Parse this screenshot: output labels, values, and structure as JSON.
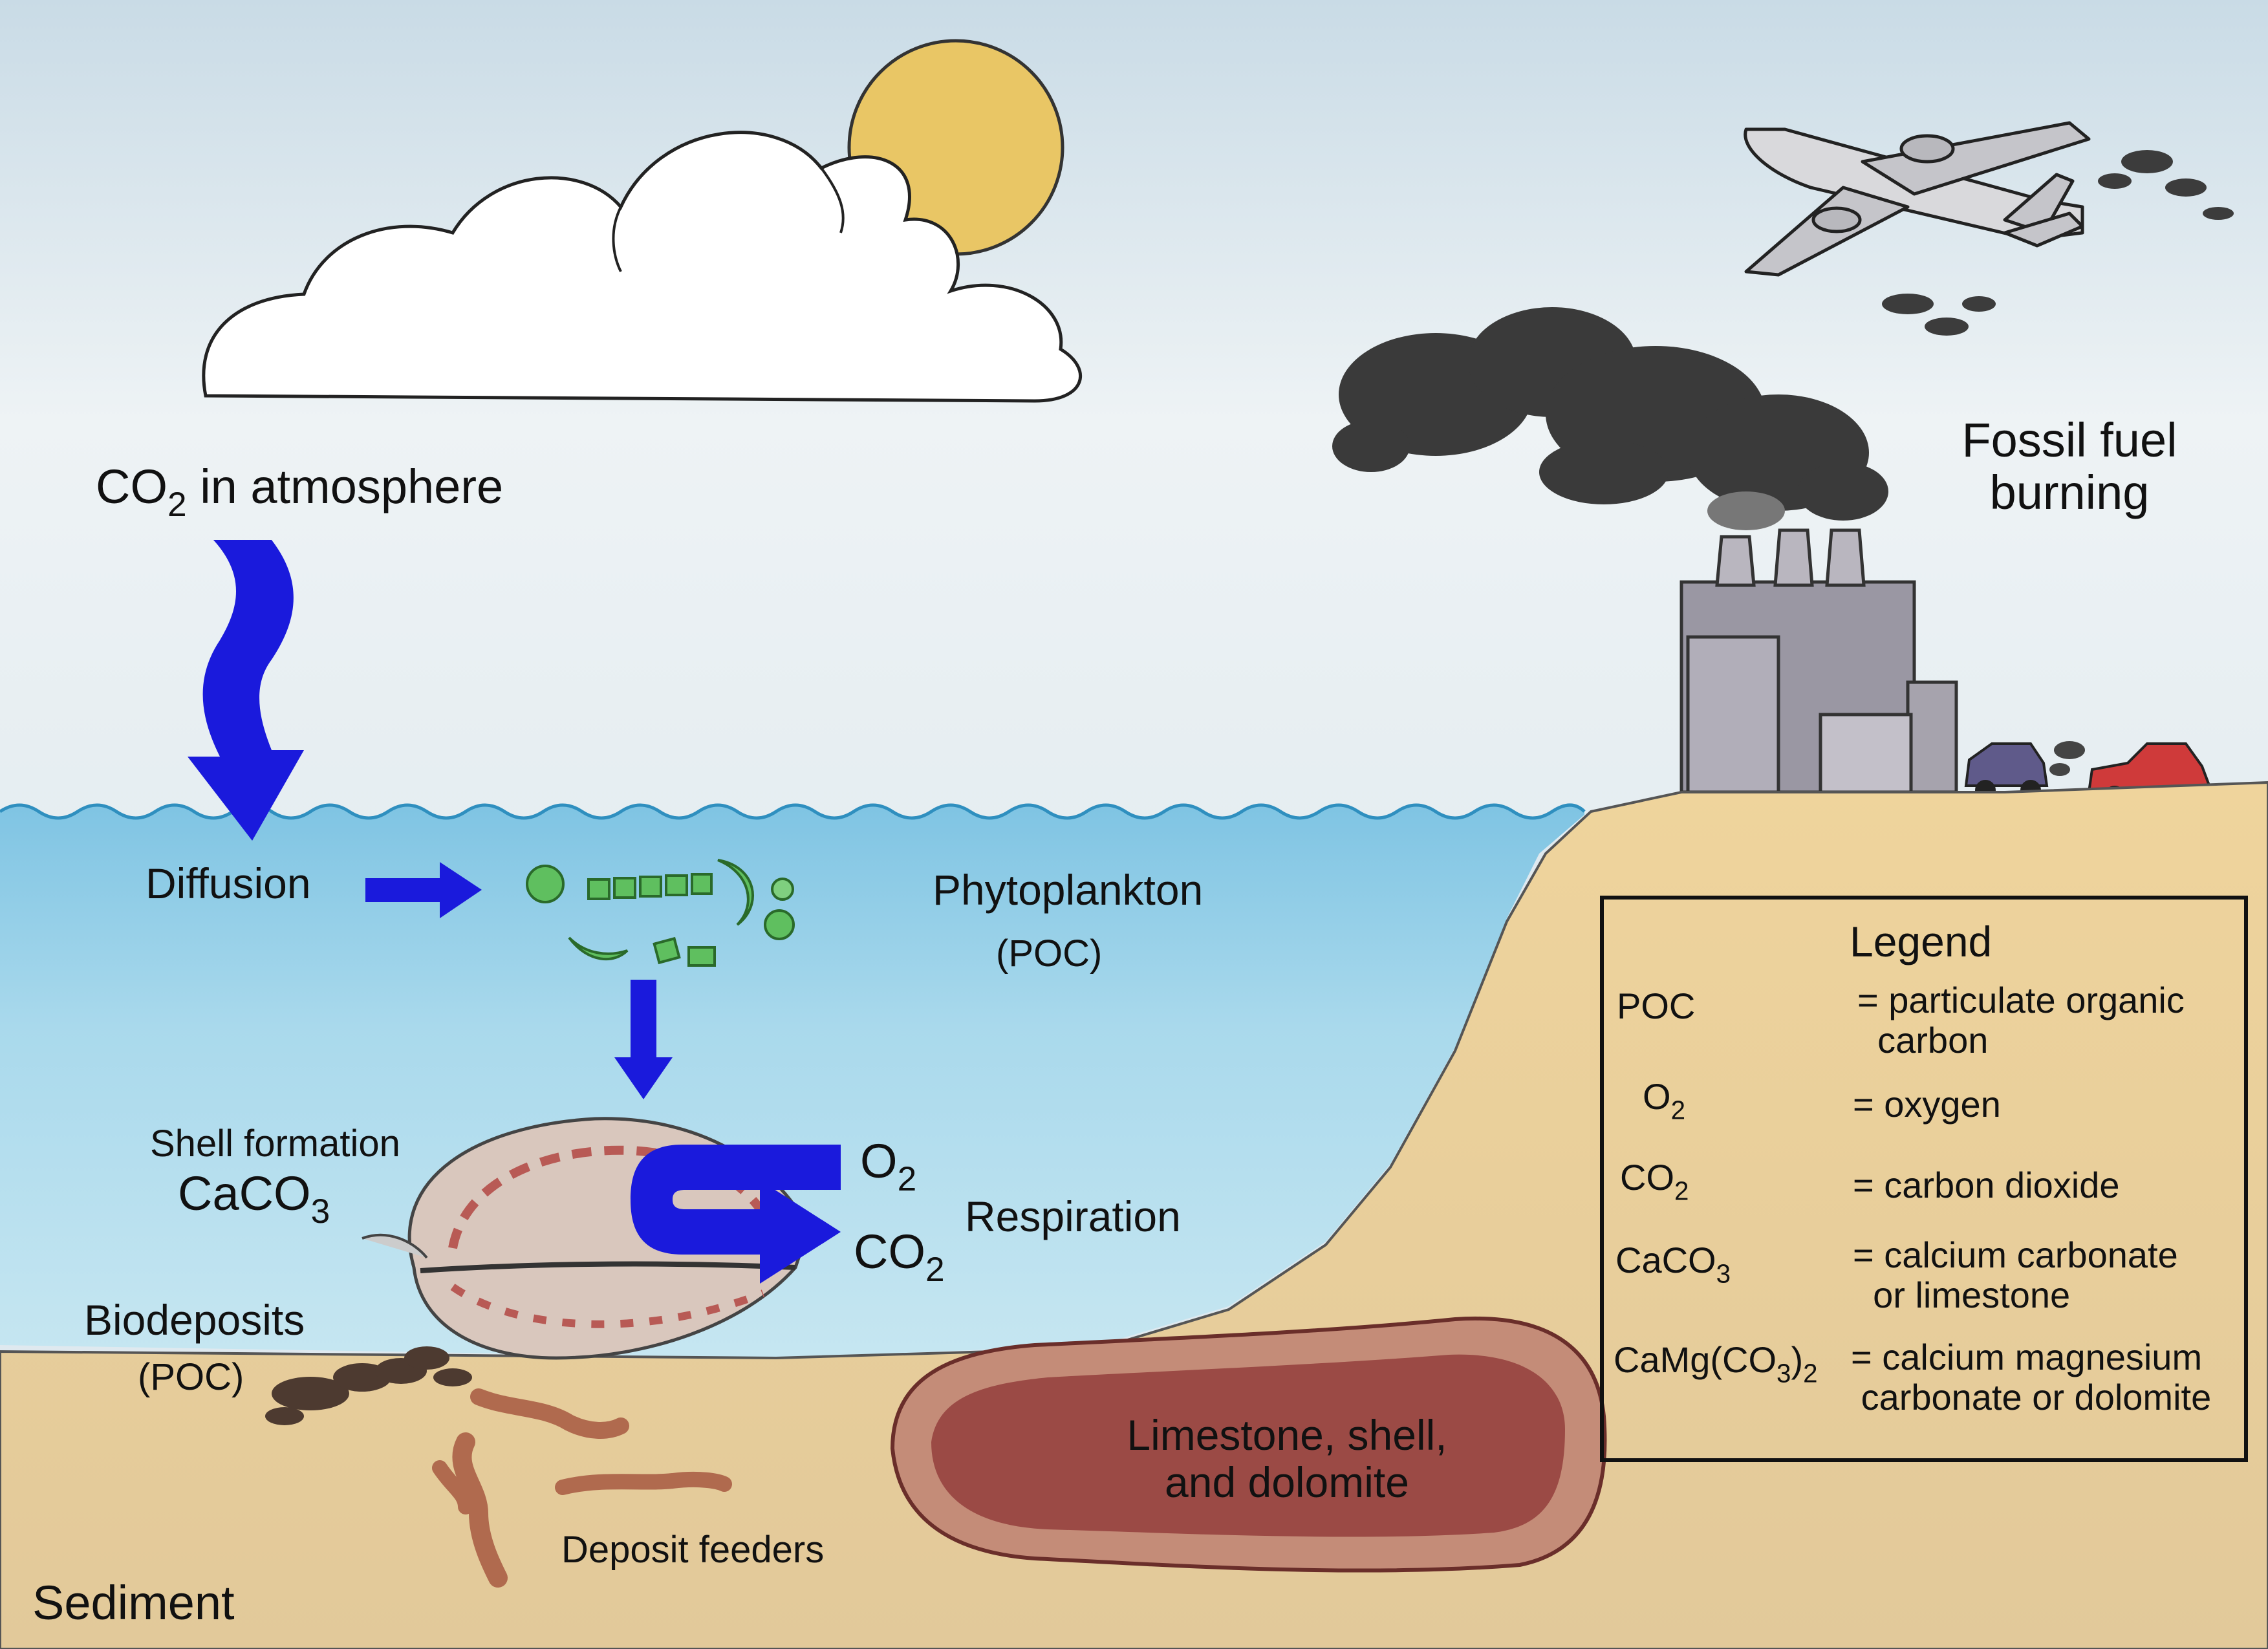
{
  "atmosphere": {
    "co2_prefix": "CO",
    "co2_sub": "2",
    "co2_suffix": "in atmosphere"
  },
  "fossil": {
    "line1": "Fossil fuel",
    "line2": "burning"
  },
  "ocean": {
    "diffusion": "Diffusion",
    "phytoplankton": "Phytoplankton",
    "phytoplankton_sub": "(POC)",
    "shell_formation": "Shell formation",
    "caco3_prefix": "CaCO",
    "caco3_sub": "3",
    "o2_prefix": "O",
    "o2_sub": "2",
    "co2_prefix": "CO",
    "co2_sub": "2",
    "respiration": "Respiration",
    "biodeposits": "Biodeposits",
    "biodeposits_sub": "(POC)"
  },
  "sediment": {
    "label": "Sediment",
    "deposit_feeders": "Deposit feeders",
    "limestone_line1": "Limestone, shell,",
    "limestone_line2": "and dolomite"
  },
  "legend": {
    "title": "Legend",
    "rows": [
      {
        "term_prefix": "POC",
        "term_sub": "",
        "term_suffix": "",
        "def_line1": "= particulate organic",
        "def_line2": "carbon"
      },
      {
        "term_prefix": "O",
        "term_sub": "2",
        "term_suffix": "",
        "def_line1": "= oxygen",
        "def_line2": ""
      },
      {
        "term_prefix": "CO",
        "term_sub": "2",
        "term_suffix": "",
        "def_line1": "= carbon dioxide",
        "def_line2": ""
      },
      {
        "term_prefix": "CaCO",
        "term_sub": "3",
        "term_suffix": "",
        "def_line1": "= calcium carbonate",
        "def_line2": "or limestone"
      },
      {
        "term_prefix": "CaMg(CO",
        "term_sub": "3",
        "term_suffix": ")",
        "term_sub2": "2",
        "def_line1": "= calcium magnesium",
        "def_line2": "carbonate or dolomite"
      }
    ]
  },
  "colors": {
    "arrow": "#1a1adc",
    "sky": "#dfe9ef",
    "water": "#9fd3ea",
    "sand": "#e6cc97",
    "sun": "#e9c665",
    "rock": "#9b4a45"
  }
}
